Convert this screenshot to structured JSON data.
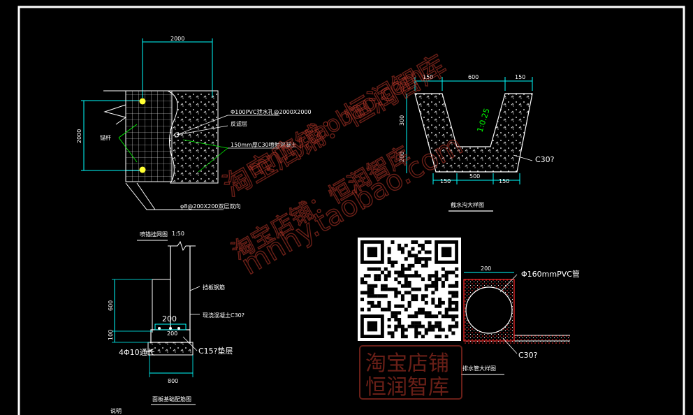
{
  "colors": {
    "background": "#000000",
    "frame": "#ffffff",
    "dimension": "#00ffff",
    "leader": "#00ff00",
    "pipe_hatch": "#ff2020",
    "highlight": "#ffff33",
    "watermark": "#c0392b"
  },
  "drawing1": {
    "dim_top": "2000",
    "dim_left": "2000",
    "note_pipe": "Φ100PVC泄水孔@2000X2000",
    "note_filter": "反滤层",
    "note_concrete": "150mm厚C30喷射混凝土",
    "note_steel": "锚杆",
    "note_bottom": "φ8@200X200双层双向"
  },
  "drawing2": {
    "title": "截水沟大样图",
    "dim_top_left": "150",
    "dim_top_mid": "600",
    "dim_top_right": "150",
    "dim_left_top": "300",
    "dim_left_bottom": "200",
    "dim_bot_left": "150",
    "dim_bot_mid": "500",
    "dim_bot_right": "150",
    "slope": "1:0.25",
    "material": "C30?"
  },
  "drawing3": {
    "title": "喷锚挂网图",
    "scale": "1:50",
    "dim_left_top": "600",
    "dim_left_bottom": "100",
    "dim_mid": "200",
    "dim_mid_small": "200",
    "dim_bottom": "800",
    "note_wall": "挡板钢筋",
    "note_concrete": "现浇混凝土C30?",
    "note_rebar": "4Φ10通长",
    "note_cushion": "C15?垫层",
    "title_bottom": "面板基础配筋图",
    "footer_note": "说明"
  },
  "drawing4": {
    "title": "排水管大样图",
    "dim_top": "200",
    "pipe_label": "Φ160mmPVC管",
    "material": "C30?"
  },
  "watermark": {
    "line1": "淘宝店铺：恒润智库",
    "line2": "mnhy.taobao.com",
    "stamp_line1": "淘宝店铺",
    "stamp_line2": "恒润智库"
  }
}
